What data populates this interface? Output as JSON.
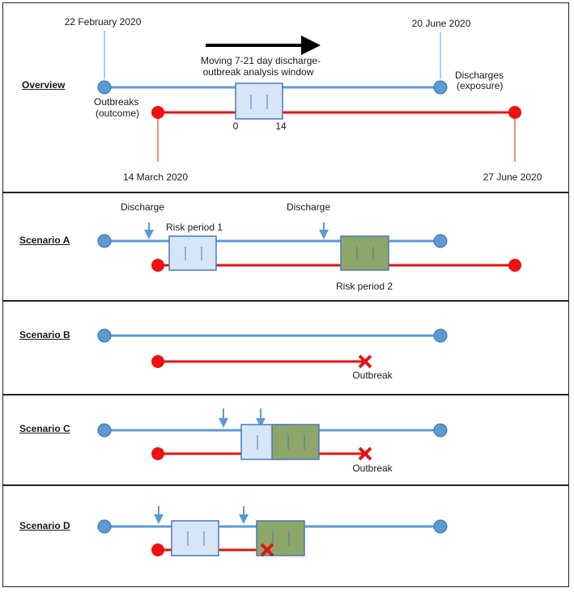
{
  "overview": {
    "title": "Overview",
    "date_discharge_start": "22 February 2020",
    "date_discharge_end": "20 June 2020",
    "date_outbreak_start": "14 March 2020",
    "date_outbreak_end": "27 June 2020",
    "window_label_line1": "Moving 7-21 day discharge-",
    "window_label_line2": "outbreak analysis window",
    "discharges_line1": "Discharges",
    "discharges_line2": "(exposure)",
    "outbreaks_line1": "Outbreaks",
    "outbreaks_line2": "(outcome)",
    "tick_start": "0",
    "tick_end": "14"
  },
  "scenario_a": {
    "title": "Scenario A",
    "discharge_1": "Discharge",
    "discharge_2": "Discharge",
    "risk_period_1": "Risk period 1",
    "risk_period_2": "Risk period 2"
  },
  "scenario_b": {
    "title": "Scenario B",
    "outbreak": "Outbreak"
  },
  "scenario_c": {
    "title": "Scenario C",
    "outbreak": "Outbreak"
  },
  "scenario_d": {
    "title": "Scenario D"
  },
  "colors": {
    "discharge_line": "#5b9bd5",
    "outbreak_line": "#e31414",
    "window_fill": "#d6e6f7",
    "window_stroke": "#4a78b8",
    "risk2_fill": "#8fa66b",
    "arrow": "#000000"
  }
}
